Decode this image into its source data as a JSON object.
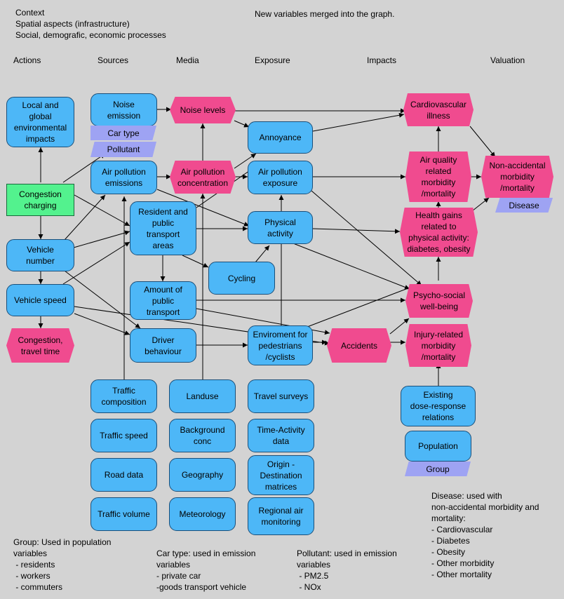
{
  "legend_top": {
    "line1": "Context",
    "line2": "Spatial aspects (infrastructure)",
    "line3": "Social, demografic, economic processes",
    "new_vars": "New variables merged into the graph."
  },
  "columns": {
    "actions": "Actions",
    "sources": "Sources",
    "media": "Media",
    "exposure": "Exposure",
    "impacts": "Impacts",
    "valuation": "Valuation"
  },
  "nodes": {
    "local_global": "Local and\nglobal\nenvironmental\nimpacts",
    "congestion_charging": "Congestion\ncharging",
    "vehicle_number": "Vehicle\nnumber",
    "vehicle_speed": "Vehicle speed",
    "congestion_travel": "Congestion,\ntravel time",
    "noise_emission": "Noise\nemission",
    "car_type": "Car type",
    "pollutant": "Pollutant",
    "air_emissions": "Air pollution\nemissions",
    "resident_areas": "Resident and\npublic\ntransport\nareas",
    "amount_public": "Amount of\npublic\ntransport",
    "driver_behaviour": "Driver\nbehaviour",
    "noise_levels": "Noise levels",
    "air_concentration": "Air pollution\nconcentration",
    "annoyance": "Annoyance",
    "air_exposure": "Air pollution\nexposure",
    "physical_activity": "Physical\nactivity",
    "cycling": "Cycling",
    "environment_ped": "Enviroment for\npedestrians\n/cyclists",
    "accidents": "Accidents",
    "cardiovascular": "Cardiovascular\nillness",
    "air_quality": "Air quality\nrelated\nmorbidity\n/mortality",
    "health_gains": "Health gains\nrelated to\nphysical activity:\ndiabetes, obesity",
    "psycho_social": "Psycho-social\nwell-being",
    "injury": "Injury-related\nmorbidity\n/mortality",
    "non_accidental": "Non-accidental\nmorbidity\n/mortality",
    "disease": "Disease",
    "traffic_composition": "Traffic\ncomposition",
    "traffic_speed": "Traffic speed",
    "road_data": "Road data",
    "traffic_volume": "Traffic volume",
    "landuse": "Landuse",
    "background_conc": "Background\nconc",
    "geography": "Geography",
    "meteorology": "Meteorology",
    "travel_surveys": "Travel surveys",
    "time_activity": "Time-Activity\ndata",
    "origin_destination": "Origin -\nDestination\nmatrices",
    "regional_air": "Regional air\nmonitoring",
    "dose_response": "Existing\ndose-response\nrelations",
    "population": "Population",
    "group": "Group"
  },
  "notes": {
    "group": "Group: Used in population\nvariables\n - residents\n - workers\n - commuters",
    "car_type": "Car type: used in emission\nvariables\n- private car\n-goods transport vehicle",
    "pollutant": "Pollutant: used in emission\nvariables\n - PM2.5\n - NOx",
    "disease": "Disease: used with\nnon-accidental morbidity and\nmortality:\n- Cardiovascular\n- Diabetes\n- Obesity\n- Other morbidity\n- Other mortality"
  },
  "colors": {
    "decision": "#4db7f7",
    "chance": "#f04b8f",
    "action": "#53f28e",
    "index": "#9ea3f3",
    "background": "#d3d3d3"
  }
}
